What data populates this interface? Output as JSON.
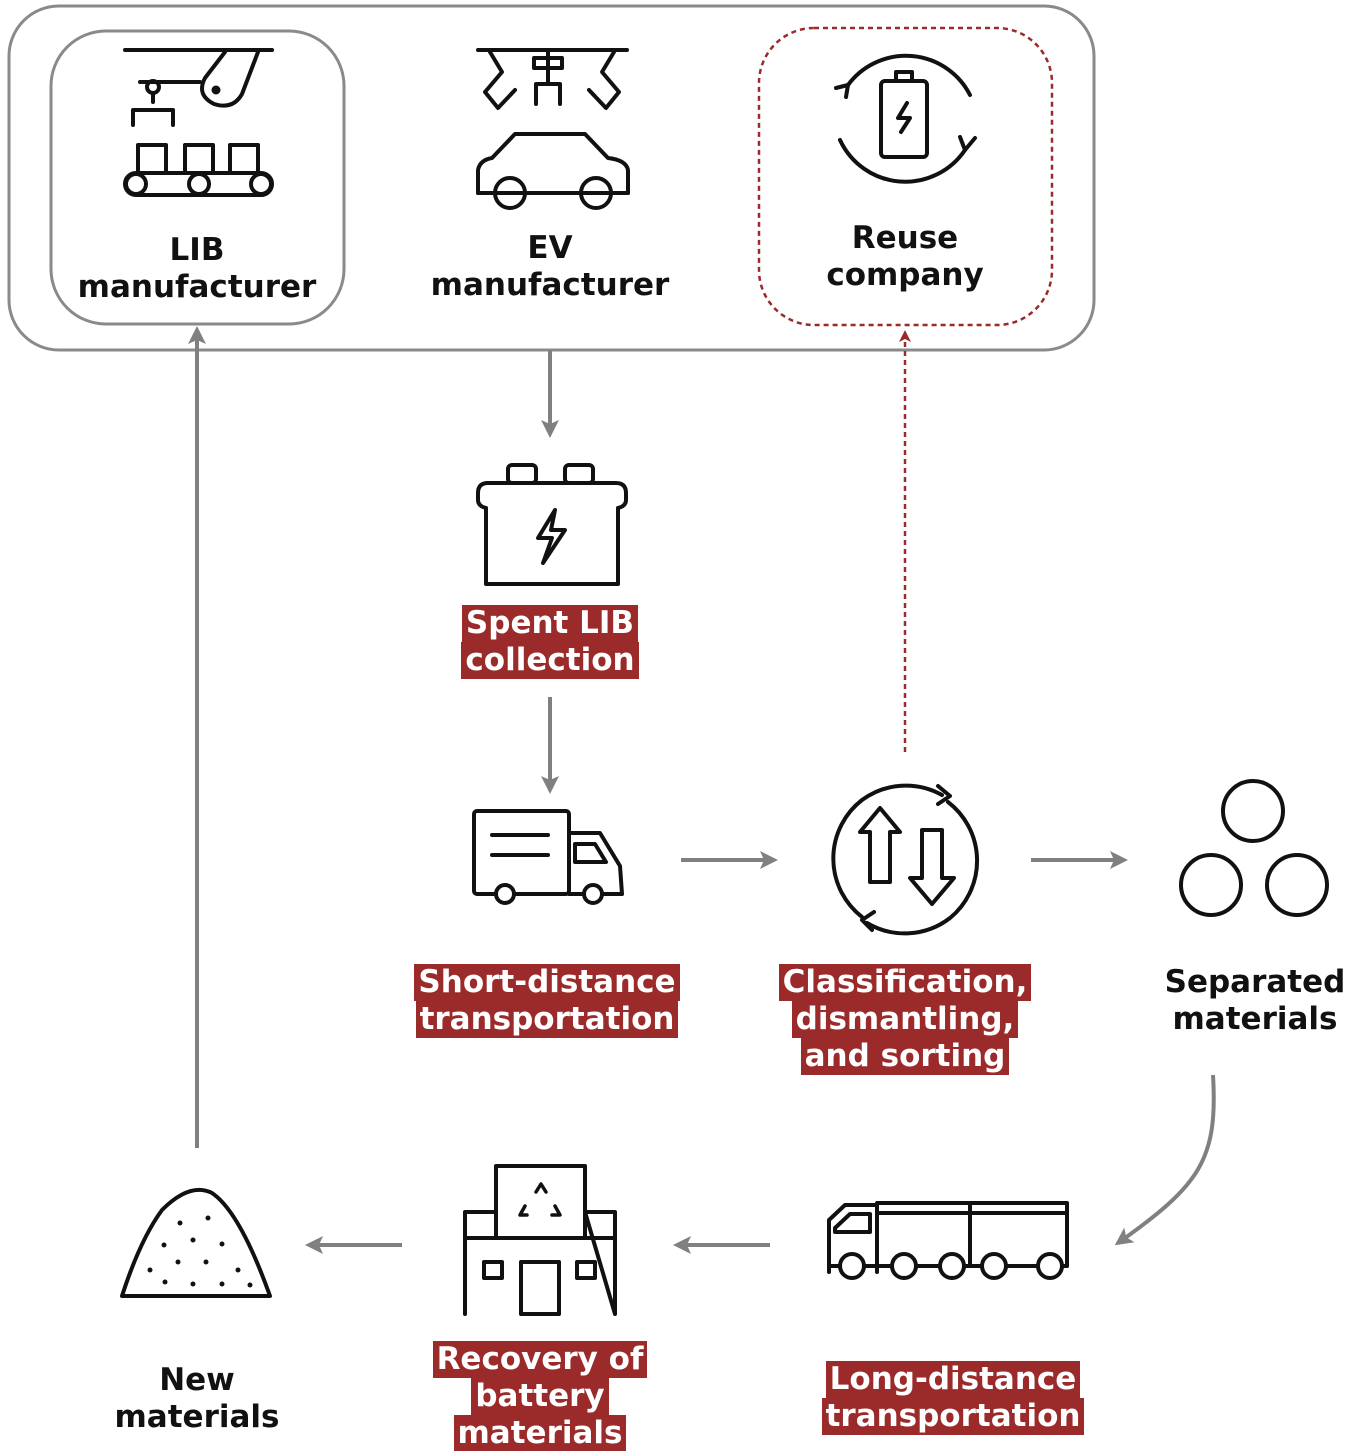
{
  "colors": {
    "accent": "#9b2a2a",
    "arrow": "#808080",
    "frame": "#8a8a8a",
    "icon": "#111111"
  },
  "nodes": {
    "lib_manufacturer": {
      "label": [
        "LIB",
        "manufacturer"
      ],
      "icon": "conveyor-robot-arm-icon"
    },
    "ev_manufacturer": {
      "label": [
        "EV",
        "manufacturer"
      ],
      "icon": "car-assembly-icon"
    },
    "reuse_company": {
      "label": [
        "Reuse",
        "company"
      ],
      "icon": "battery-cycle-icon"
    },
    "spent_lib_collection": {
      "label": [
        "Spent LIB",
        "collection"
      ],
      "icon": "car-battery-icon"
    },
    "short_distance_transportation": {
      "label": [
        "Short-distance",
        "transportation"
      ],
      "icon": "delivery-truck-icon"
    },
    "classification": {
      "label": [
        "Classification,",
        "dismantling,",
        "and sorting"
      ],
      "icon": "sorting-arrows-icon"
    },
    "separated_materials": {
      "label": [
        "Separated",
        "materials"
      ],
      "icon": "three-circles-icon"
    },
    "long_distance_transportation": {
      "label": [
        "Long-distance",
        "transportation"
      ],
      "icon": "semi-truck-icon"
    },
    "recovery": {
      "label": [
        "Recovery of",
        "battery",
        "materials"
      ],
      "icon": "recycling-factory-icon"
    },
    "new_materials": {
      "label": [
        "New",
        "materials"
      ],
      "icon": "material-pile-icon"
    }
  }
}
